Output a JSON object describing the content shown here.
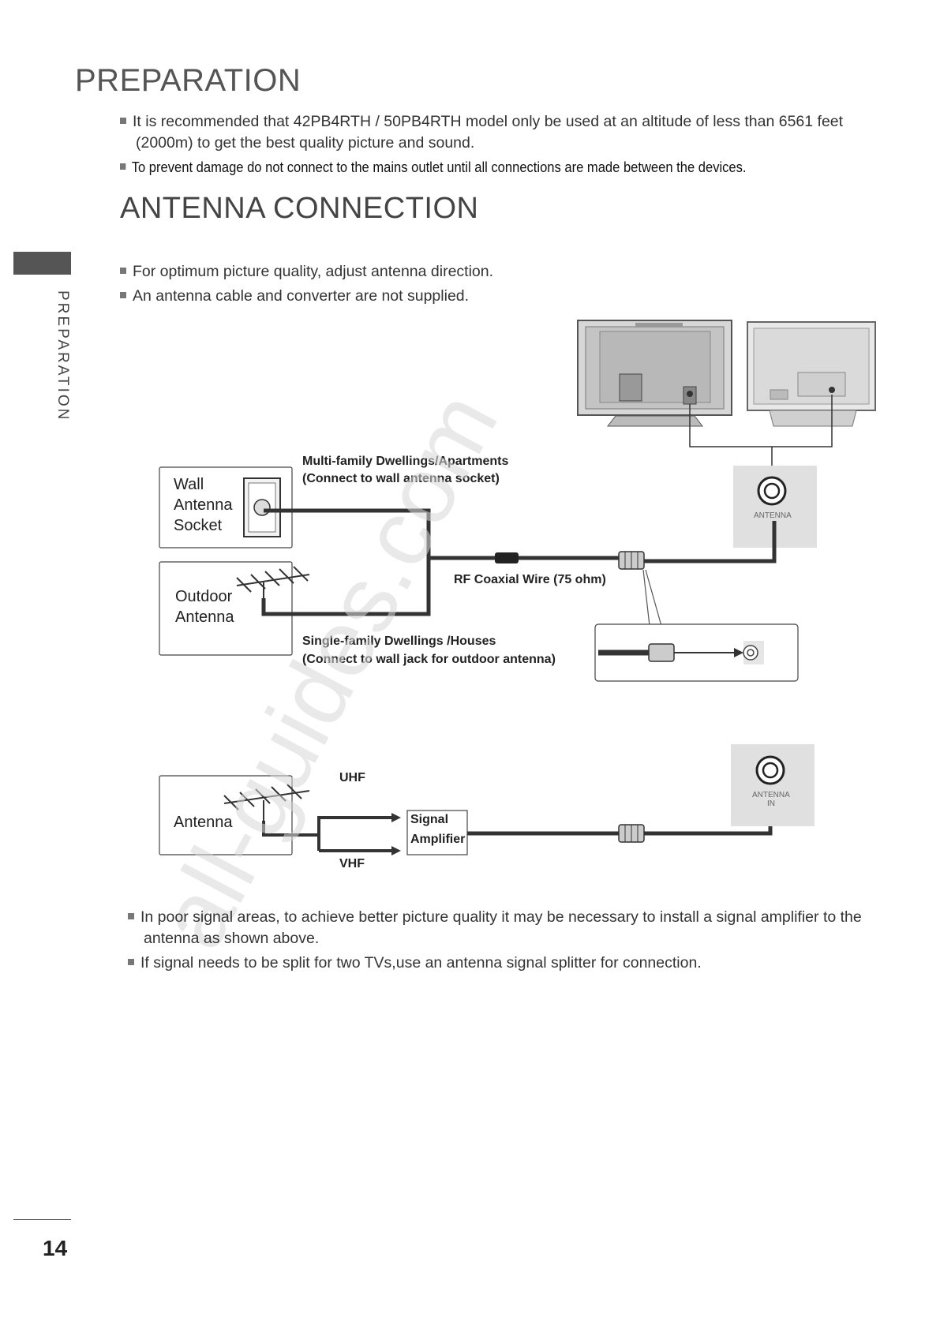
{
  "header": {
    "section_title": "PREPARATION",
    "side_label": "PREPARATION"
  },
  "preparation": {
    "note1_line1": "It is recommended that 42PB4RTH / 50PB4RTH model only be used at an altitude of less than 6561 feet",
    "note1_line2": "(2000m) to get the best quality picture and sound.",
    "note2": "To prevent damage do not connect to the mains outlet until all connections are made between the devices."
  },
  "antenna_connection": {
    "title": "ANTENNA CONNECTION",
    "note1": "For optimum picture quality, adjust antenna direction.",
    "note2": "An antenna cable and converter are not supplied."
  },
  "diagram1": {
    "wall_socket_lines": [
      "Wall",
      "Antenna",
      "Socket"
    ],
    "outdoor_antenna_lines": [
      "Outdoor",
      "Antenna"
    ],
    "multi_family_line1": "Multi-family Dwellings/Apartments",
    "multi_family_line2": "(Connect to wall antenna socket)",
    "rf_wire": "RF Coaxial Wire (75 ohm)",
    "single_family_line1": "Single-family Dwellings /Houses",
    "single_family_line2": "(Connect to wall jack for outdoor antenna)",
    "port_label": "ANTENNA"
  },
  "diagram2": {
    "antenna_label": "Antenna",
    "uhf": "UHF",
    "vhf": "VHF",
    "amp_line1": "Signal",
    "amp_line2": "Amplifier",
    "port_label_line1": "ANTENNA",
    "port_label_line2": "IN"
  },
  "bottom_notes": {
    "note1_line1": "In poor signal areas, to achieve better picture quality it may be necessary to install a signal amplifier to the",
    "note1_line2": "antenna as shown above.",
    "note2": "If signal needs to be split for two TVs,use an antenna signal splitter for connection."
  },
  "watermark": "all-guides.com",
  "footer": {
    "page_number": "14"
  },
  "colors": {
    "heading": "#555555",
    "side_tab": "#555555",
    "cable": "#333333",
    "port_panel": "#e0e0e0"
  }
}
